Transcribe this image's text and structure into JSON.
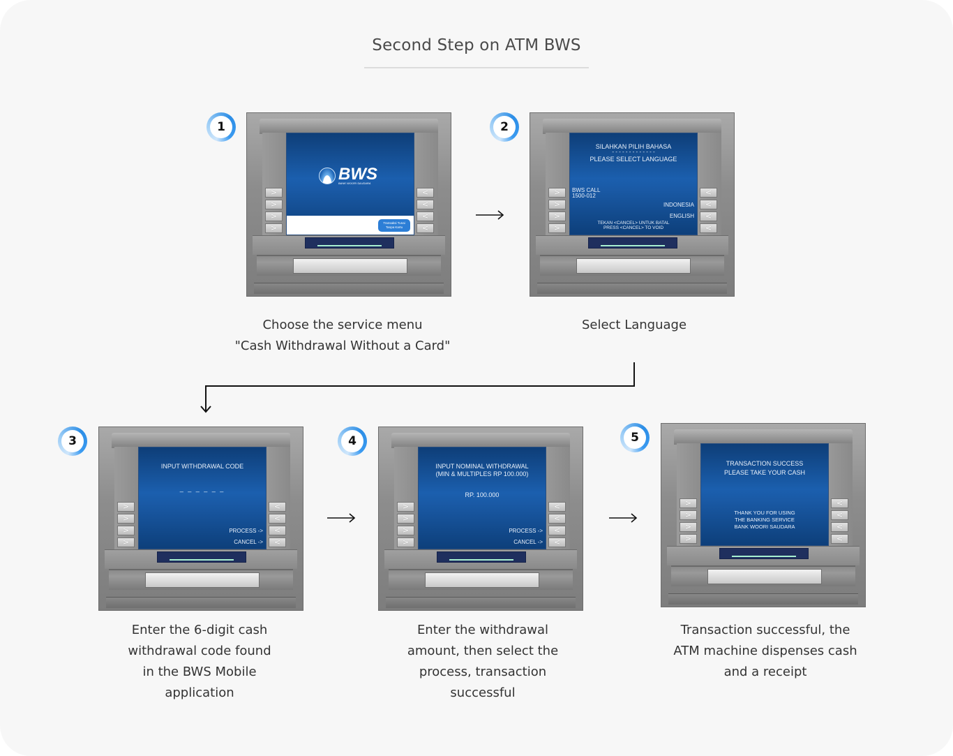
{
  "title": "Second Step on ATM BWS",
  "steps": [
    {
      "number": "1",
      "caption": [
        "Choose the service menu",
        "\"Cash Withdrawal Without a Card\""
      ],
      "screen": {
        "logo_text": "BWS",
        "logo_subtext": "BANK WOORI SAUDARA",
        "pill_line1": "Transaksi Tunai",
        "pill_line2": "Tanpa Kartu"
      }
    },
    {
      "number": "2",
      "caption": [
        "Select Language"
      ],
      "screen": {
        "line1": "SILAHKAN PILIH BAHASA",
        "separator": "- - - - - - - - - - - - -",
        "line2": "PLEASE SELECT LANGUAGE",
        "call_label": "BWS CALL",
        "call_number": "1500-012",
        "option1": "INDONESIA",
        "option2": "ENGLISH",
        "cancel1": "TEKAN <CANCEL> UNTUK BATAL",
        "cancel2": "PRESS <CANCEL> TO VOID"
      }
    },
    {
      "number": "3",
      "caption": [
        "Enter the 6-digit cash",
        "withdrawal code found",
        "in the BWS Mobile",
        "application"
      ],
      "screen": {
        "line1": "INPUT WITHDRAWAL CODE",
        "code_placeholder": "_ _ _ _ _ _",
        "process": "PROCESS ->",
        "cancel": "CANCEL ->"
      }
    },
    {
      "number": "4",
      "caption": [
        "Enter the withdrawal",
        "amount, then select the",
        "process, transaction",
        "successful"
      ],
      "screen": {
        "line1": "INPUT NOMINAL WITHDRAWAL",
        "line2": "(MIN & MULTIPLES RP 100.000)",
        "amount": "RP. 100.000",
        "process": "PROCESS ->",
        "cancel": "CANCEL ->"
      }
    },
    {
      "number": "5",
      "caption": [
        "Transaction successful, the",
        "ATM machine dispenses cash",
        "and a receipt"
      ],
      "screen": {
        "line1": "TRANSACTION SUCCESS",
        "line2": "PLEASE TAKE YOUR CASH",
        "thanks1": "THANK   YOU   FOR   USING",
        "thanks2": "THE   BANKING   SERVICE",
        "thanks3": "BANK   WOORI   SAUDARA"
      }
    }
  ],
  "button_glyphs": {
    "left": ">",
    "right": "<"
  },
  "colors": {
    "accent": "#2d8ee6",
    "screen_blue": "#1b5fae",
    "background": "#f7f7f7"
  }
}
